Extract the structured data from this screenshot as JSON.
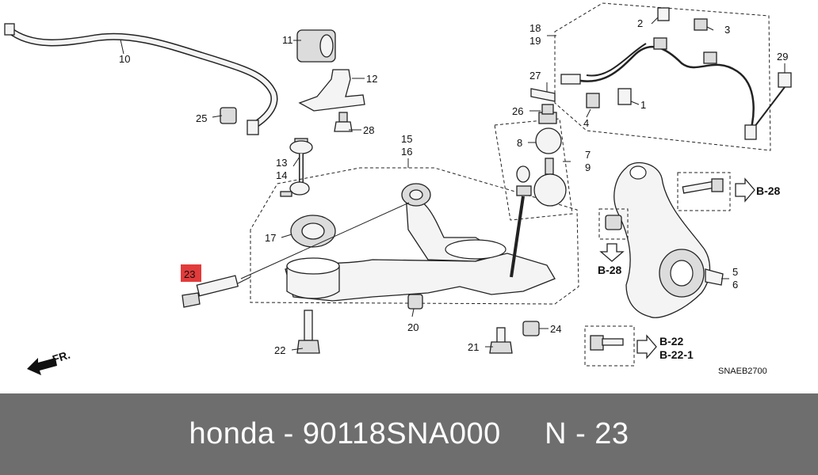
{
  "diagram": {
    "part_numbers": [
      "1",
      "2",
      "3",
      "4",
      "5",
      "6",
      "7",
      "8",
      "9",
      "10",
      "11",
      "12",
      "13",
      "14",
      "15",
      "16",
      "17",
      "18",
      "19",
      "20",
      "21",
      "22",
      "23",
      "24",
      "25",
      "26",
      "27",
      "28",
      "29"
    ],
    "ref_b28_top": "B-28",
    "ref_b28_left": "B-28",
    "ref_b22": "B-22",
    "ref_b221": "B-22-1",
    "direction_label": "FR.",
    "code": "SNAEB2700",
    "highlight_color": "#e23b3b",
    "highlighted_part": "23"
  },
  "footer": {
    "text": "honda - 90118SNA000     N - 23",
    "background": "#6e6e6e"
  }
}
